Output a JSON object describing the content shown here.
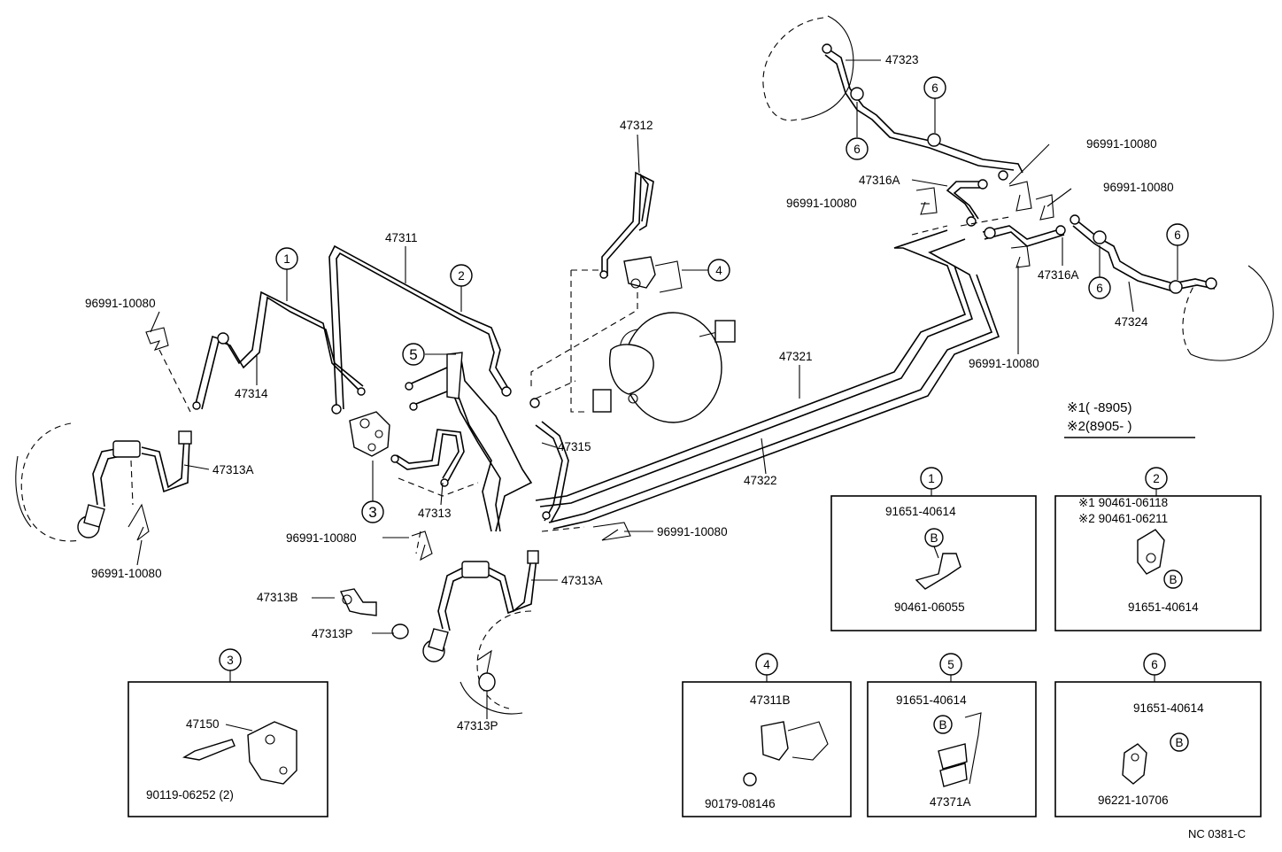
{
  "diagram_id": "NC 0381-C",
  "legend": {
    "line1": "※1(        -8905)",
    "line2": "※2(8905-         )"
  },
  "labels": {
    "p47323": "47323",
    "p47312": "47312",
    "p47311": "47311",
    "p47316A_top": "47316A",
    "p47316A_right": "47316A",
    "p47324": "47324",
    "p47321": "47321",
    "p47322": "47322",
    "p47314": "47314",
    "p47313A_left": "47313A",
    "p47313A_mid": "47313A",
    "p47313": "47313",
    "p47315": "47315",
    "p47313B": "47313B",
    "p47313P_a": "47313P",
    "p47313P_b": "47313P",
    "clip_tr1": "96991-10080",
    "clip_tr2": "96991-10080",
    "clip_mid": "96991-10080",
    "clip_right": "96991-10080",
    "clip_left_top": "96991-10080",
    "clip_left_bot": "96991-10080",
    "clip_center": "96991-10080",
    "clip_center_r": "96991-10080"
  },
  "callouts": [
    "1",
    "2",
    "3",
    "4",
    "5",
    "6"
  ],
  "detail_boxes": {
    "box1": {
      "number": "1",
      "part_a": "91651-40614",
      "part_b": "90461-06055",
      "bolt": "B"
    },
    "box2": {
      "number": "2",
      "part_a": "※1 90461-06118",
      "part_b": "※2 90461-06211",
      "part_c": "91651-40614",
      "bolt": "B"
    },
    "box3": {
      "number": "3",
      "part_a": "47150",
      "part_b": "90119-06252 (2)"
    },
    "box4": {
      "number": "4",
      "part_a": "47311B",
      "part_b": "90179-08146"
    },
    "box5": {
      "number": "5",
      "part_a": "91651-40614",
      "part_b": "47371A",
      "bolt": "B"
    },
    "box6": {
      "number": "6",
      "part_a": "91651-40614",
      "part_b": "96221-10706",
      "bolt": "B"
    }
  }
}
